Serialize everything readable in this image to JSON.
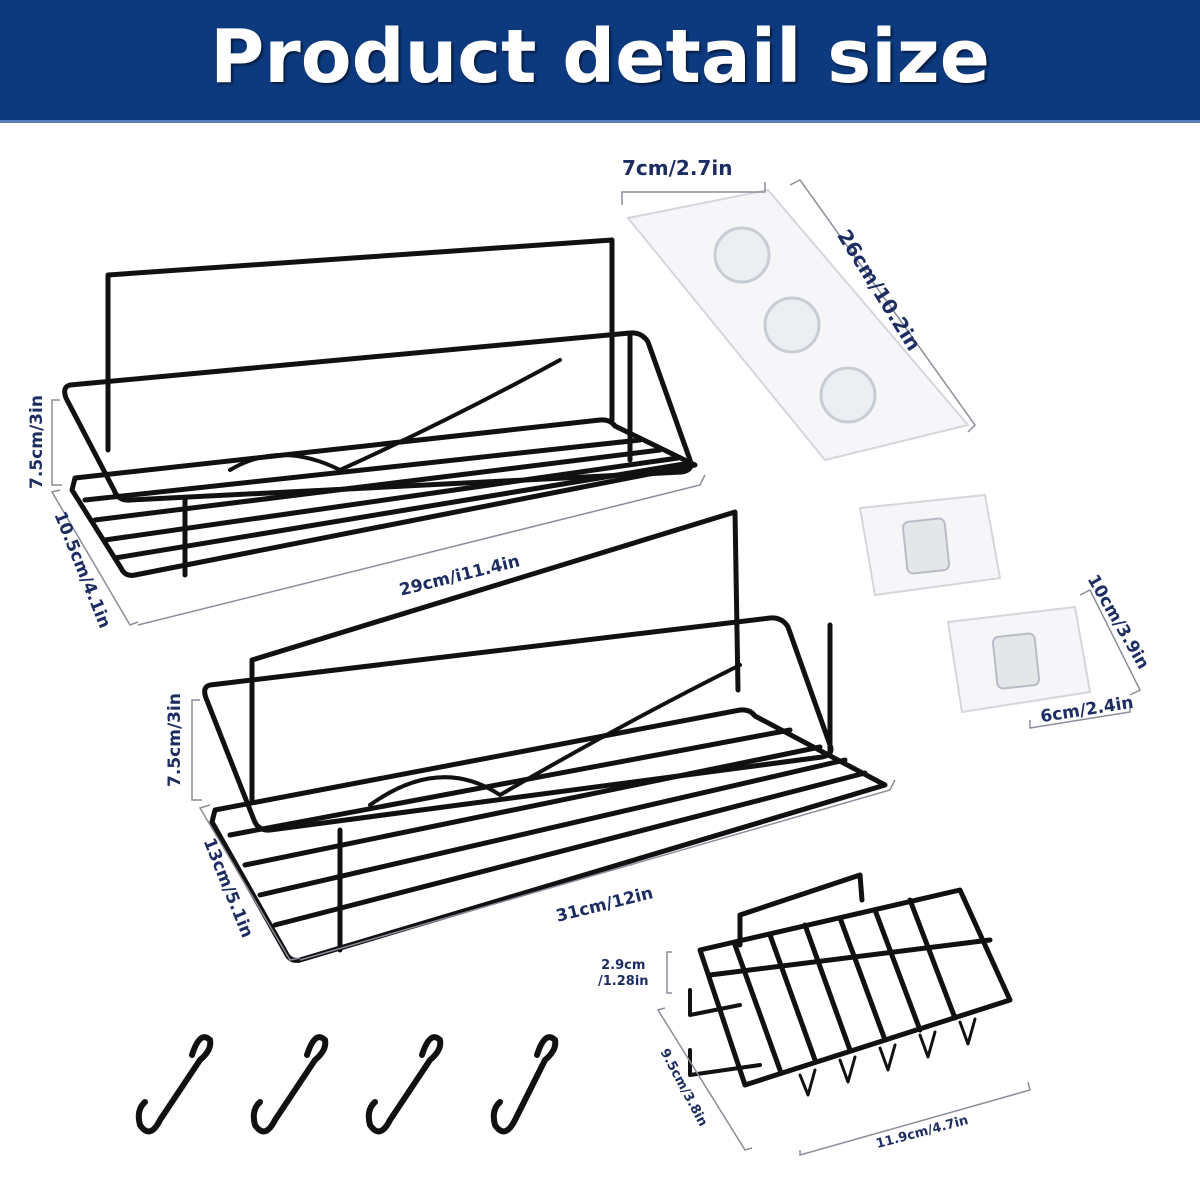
{
  "header": {
    "title": "Product detail size",
    "background_color": "#0d3a7e"
  },
  "dimension_color": "#1d2d62",
  "dimensions": {
    "adhesive_strip_width": "7cm/2.7in",
    "adhesive_strip_length": "26cm/10.2in",
    "rack1_height": "7.5cm/3in",
    "rack1_depth": "10.5cm/4.1in",
    "rack1_length": "29cm/i11.4in",
    "rack2_height": "7.5cm/3in",
    "rack2_depth": "13cm/5.1in",
    "rack2_length": "31cm/12in",
    "small_pad_height": "10cm/3.9in",
    "small_pad_width": "6cm/2.4in",
    "soap_dish_height_cm": "2.9cm",
    "soap_dish_height_in": "/1.28in",
    "soap_dish_depth": "9.5cm/3.8in",
    "soap_dish_width": "11.9cm/4.7in"
  },
  "items": [
    "shower-caddy-rack-small",
    "shower-caddy-rack-large",
    "adhesive-strip",
    "adhesive-pad",
    "adhesive-pad",
    "soap-dish",
    "s-hook",
    "s-hook",
    "s-hook",
    "s-hook"
  ]
}
